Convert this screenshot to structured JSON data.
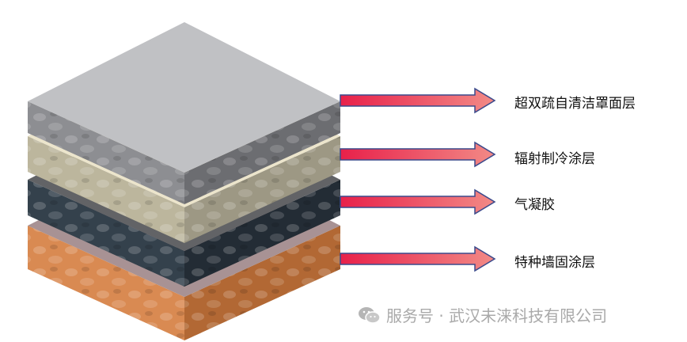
{
  "layers": [
    {
      "label": "超双疏自清洁罩面层",
      "top": "#c0c1c4",
      "left": "#8d8e92",
      "right": "#6c6d71"
    },
    {
      "label": "辐射制冷涂层",
      "top": "#ece5cc",
      "left": "#bcb69d",
      "right": "#9d9884"
    },
    {
      "label": "气凝胶",
      "top": "#626366",
      "left": "#34414c",
      "right": "#232c35"
    },
    {
      "label": "特种墙固涂层",
      "top": "#a89294",
      "left": "#d98a52",
      "right": "#b26834"
    }
  ],
  "arrow_colors": {
    "start": "#e8204a",
    "end": "#f28a86",
    "outline": "#3b4a8c"
  },
  "watermark": {
    "text": "服务号 · 武汉未涞科技有限公司",
    "icon": "wechat-icon"
  }
}
